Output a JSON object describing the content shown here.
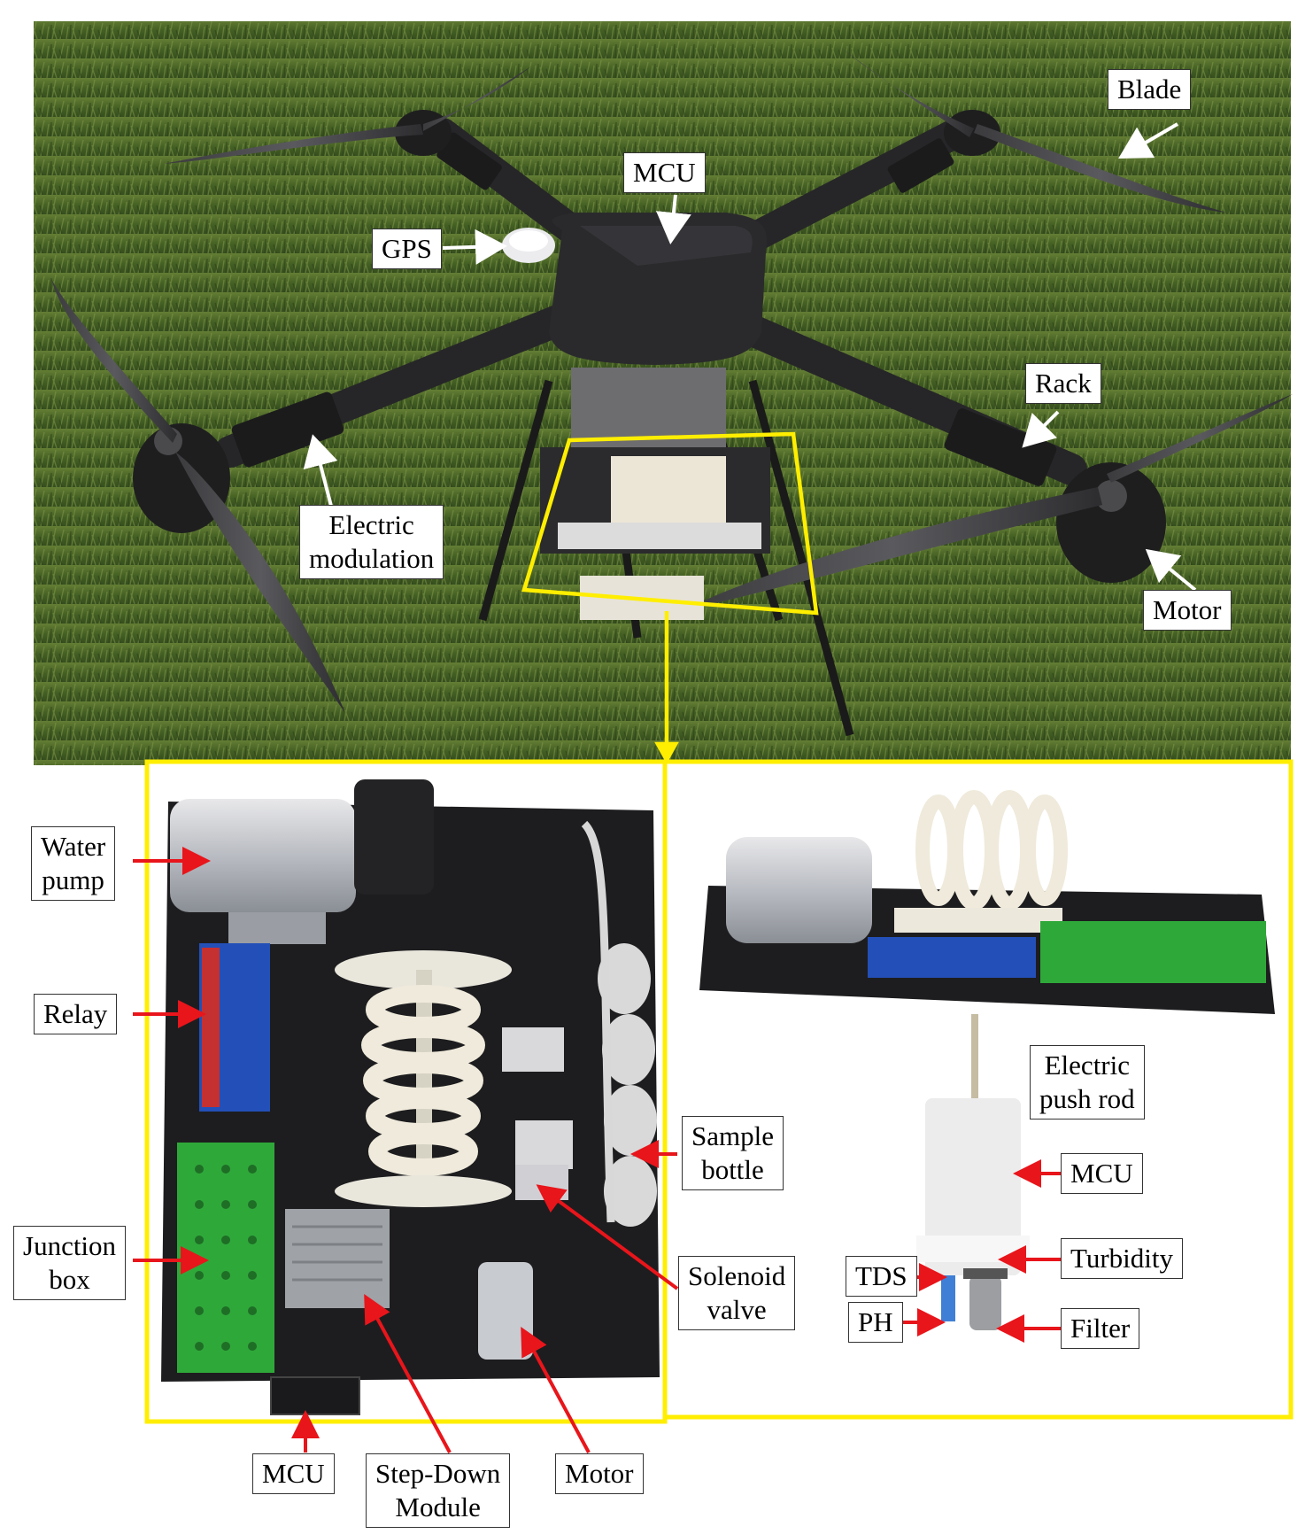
{
  "labels": {
    "blade": "Blade",
    "mcu_top": "MCU",
    "gps": "GPS",
    "rack": "Rack",
    "electric_modulation": [
      "Electric",
      "modulation"
    ],
    "motor_top": "Motor",
    "water_pump": [
      "Water",
      "pump"
    ],
    "relay": "Relay",
    "junction_box": [
      "Junction",
      "box"
    ],
    "sample_bottle": [
      "Sample",
      "bottle"
    ],
    "solenoid_valve": [
      "Solenoid",
      "valve"
    ],
    "mcu_bottom": "MCU",
    "step_down_module": [
      "Step-Down",
      "Module"
    ],
    "motor_bottom": "Motor",
    "electric_push_rod": [
      "Electric",
      "push rod"
    ],
    "mcu_right": "MCU",
    "tds": "TDS",
    "turbidity": "Turbidity",
    "ph": "PH",
    "filter": "Filter"
  },
  "colors": {
    "highlight": "#ffee00",
    "arrow_white": "#ffffff",
    "arrow_red": "#e8151b",
    "grass": "#4f6b2a",
    "drone_body": "#2a2a2c",
    "board": "#1d1d1f",
    "junction": "#2fa83a",
    "relay": "#2350b8"
  }
}
